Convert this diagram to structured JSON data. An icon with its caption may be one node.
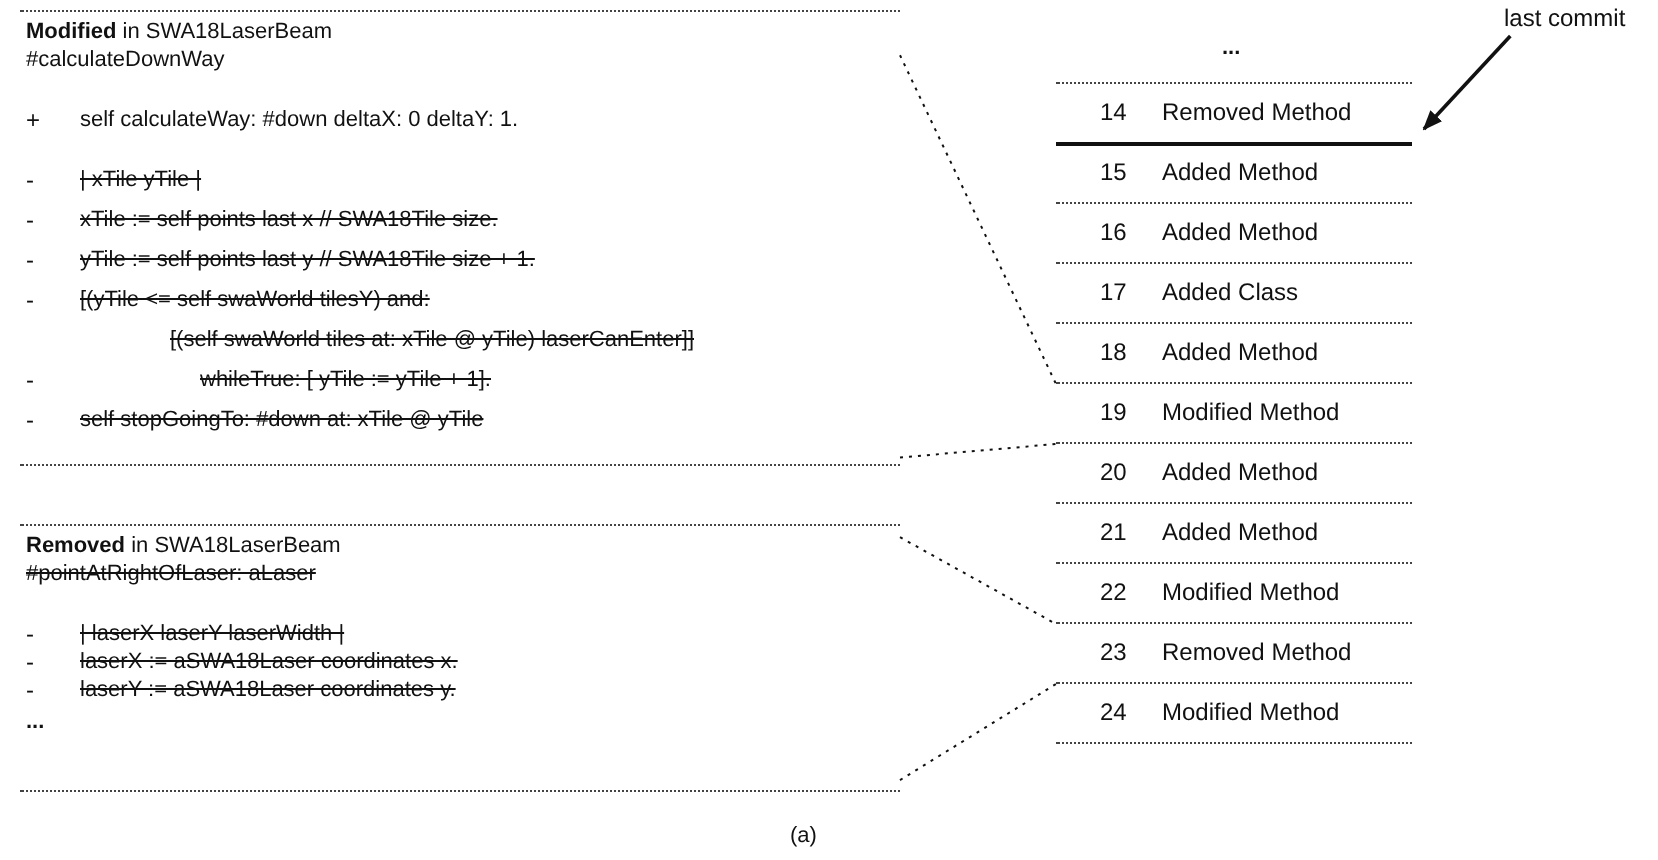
{
  "diagram": {
    "caption": "(a)",
    "nodes": [
      {
        "text": [
          "**Modified** in SWA18LaserBeam",
          "#calculateDownWay",
          "+",
          "self calculateWay: #down deltaX: 0 deltaY: 1.",
          "-",
          "| xTile yTile |",
          "-",
          "xTile := self points last x // SWA18Tile size.",
          "-",
          "yTile := self points last y // SWA18Tile size + 1.",
          "-",
          "[(yTile <= self swaWorld tilesY) and:",
          "[(self swaWorld tiles at: xTile @ yTile) laserCanEnter]]",
          "-",
          "whileTrue: [ yTile := yTile + 1].",
          "-",
          "self stopGoingTo: #down at: xTile @ yTile"
        ]
      },
      {
        "text": [
          "**Removed** in SWA18LaserBeam",
          "#pointAtRightOfLaser: aLaser",
          "-",
          "| laserX laserY laserWidth |",
          "-",
          "laserX := aSWA18Laser coordinates x.",
          "-",
          "laserY := aSWA18Laser coordinates y.",
          "..."
        ]
      },
      {
        "text": [
          "14",
          "Removed Method"
        ]
      },
      {
        "text": [
          "15",
          "Added Method"
        ]
      },
      {
        "text": [
          "16",
          "Added Method"
        ]
      },
      {
        "text": [
          "17",
          "Added Class"
        ]
      },
      {
        "text": [
          "18",
          "Added Method"
        ]
      },
      {
        "text": [
          "19",
          "Modified Method"
        ]
      },
      {
        "text": [
          "20",
          "Added Method"
        ]
      },
      {
        "text": [
          "21",
          "Added Method"
        ]
      },
      {
        "text": [
          "22",
          "Modified Method"
        ]
      },
      {
        "text": [
          "23",
          "Removed Method"
        ]
      },
      {
        "text": [
          "24",
          "Modified Method"
        ]
      },
      {
        "text": [
          "last commit"
        ]
      }
    ],
    "edges": [
      {
        "from": 0,
        "to": 7,
        "arrow": "none",
        "style": "dashed"
      },
      {
        "from": 0,
        "to": 7,
        "arrow": "none",
        "style": "dashed"
      },
      {
        "from": 1,
        "to": 11,
        "arrow": "none",
        "style": "dashed"
      },
      {
        "from": 1,
        "to": 11,
        "arrow": "none",
        "style": "dashed"
      },
      {
        "from": 13,
        "to": 2,
        "arrow": "to"
      }
    ],
    "labels": [
      "..."
    ]
  }
}
